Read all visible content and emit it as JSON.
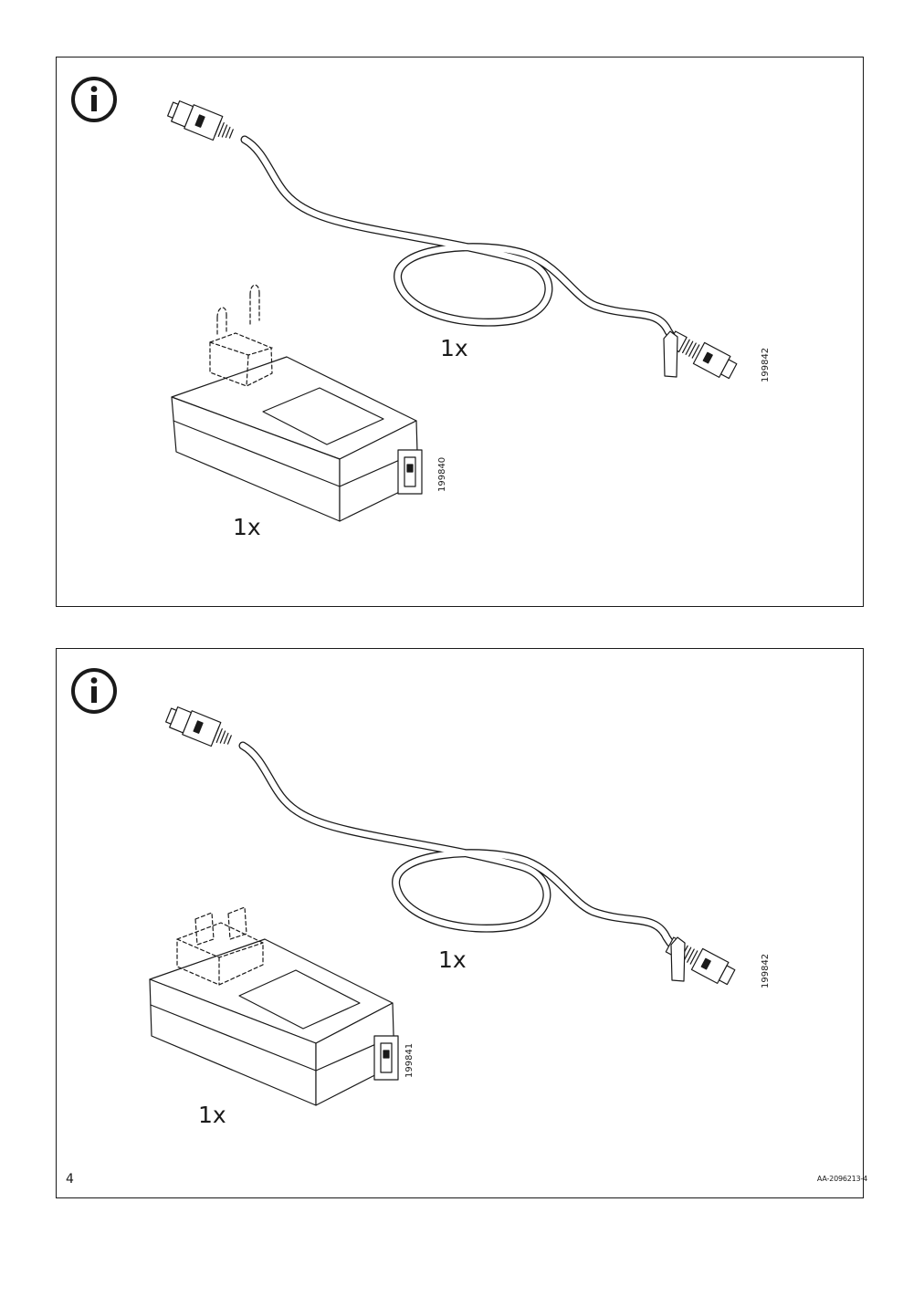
{
  "page": {
    "number": "4",
    "doc_id": "AA-2096213-4"
  },
  "panels": [
    {
      "icon": "info-circle-icon",
      "cable": {
        "qty": "1x",
        "code": "199842"
      },
      "adapter": {
        "qty": "1x",
        "code": "199840",
        "plug": "eu-plug"
      }
    },
    {
      "icon": "info-circle-icon",
      "cable": {
        "qty": "1x",
        "code": "199842"
      },
      "adapter": {
        "qty": "1x",
        "code": "199841",
        "plug": "us-plug"
      }
    }
  ]
}
